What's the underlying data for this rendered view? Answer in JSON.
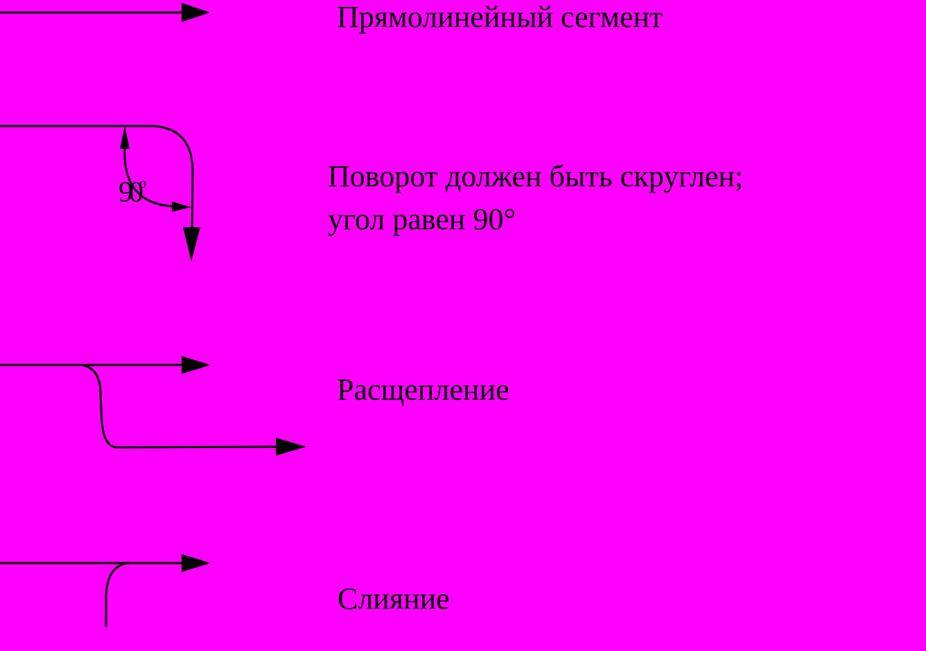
{
  "colors": {
    "background": "#ff00ff",
    "ink": "#000000"
  },
  "legend": [
    {
      "id": "straight",
      "lines": [
        "Прямолинейный сегмент"
      ]
    },
    {
      "id": "turn",
      "lines": [
        "Поворот должен быть скруглен;",
        "угол равен 90°"
      ]
    },
    {
      "id": "split",
      "lines": [
        "Расщепление"
      ]
    },
    {
      "id": "merge",
      "lines": [
        "Слияние"
      ]
    }
  ],
  "angle_label": {
    "value": "90",
    "unit": "o"
  }
}
